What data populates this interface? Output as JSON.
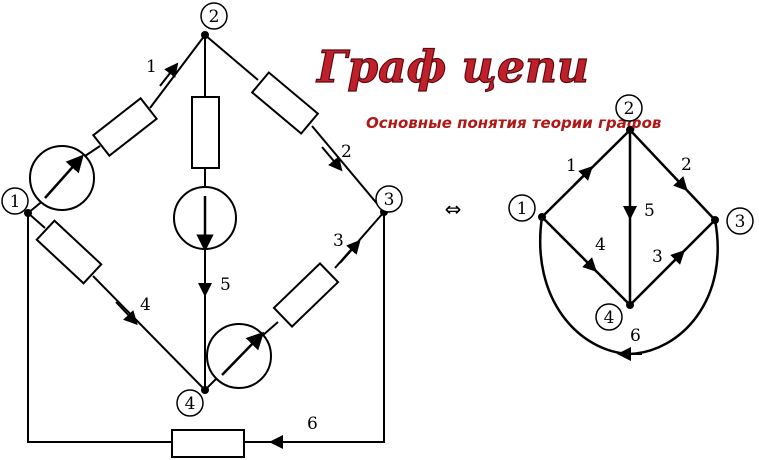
{
  "title": "Граф цепи",
  "subtitle": "Основные понятия теории графов",
  "equivalence_symbol": "⇔",
  "circuit": {
    "nodes": [
      "1",
      "2",
      "3",
      "4"
    ],
    "branches": [
      "1",
      "2",
      "3",
      "4",
      "5",
      "6"
    ]
  },
  "graph": {
    "nodes": [
      "1",
      "2",
      "3",
      "4"
    ],
    "branches": [
      "1",
      "2",
      "3",
      "4",
      "5",
      "6"
    ]
  },
  "colors": {
    "title": "#c0202a",
    "subtitle": "#b01818",
    "lines": "#000000"
  }
}
